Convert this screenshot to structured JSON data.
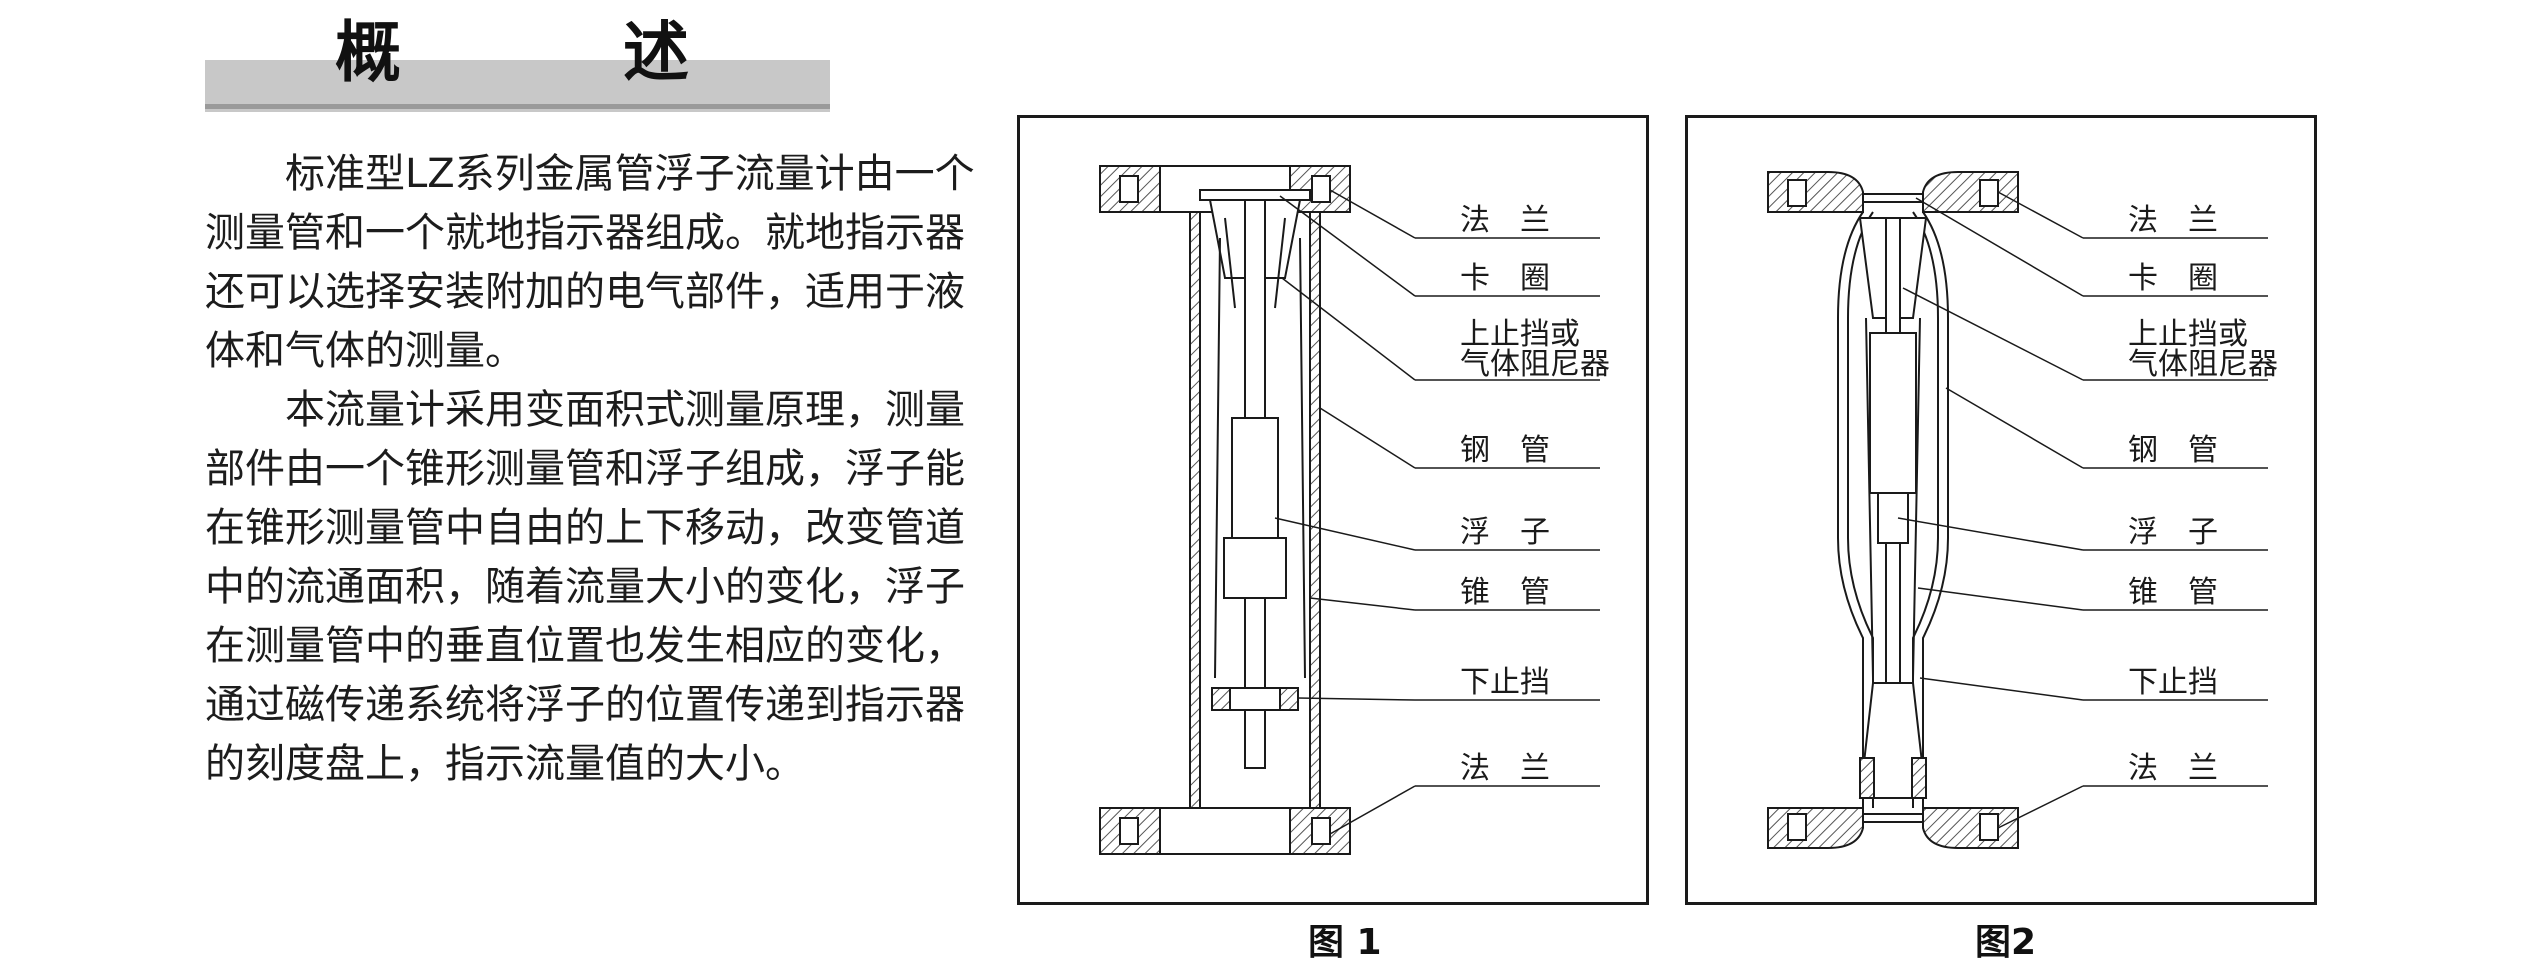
{
  "section": {
    "title": "概　述"
  },
  "body": {
    "paragraph1": "标准型LZ系列金属管浮子流量计由一个测量管和一个就地指示器组成。就地指示器还可以选择安装附加的电气部件，适用于液体和气体的测量。",
    "paragraph2": "本流量计采用变面积式测量原理，测量部件由一个锥形测量管和浮子组成，浮子能在锥形测量管中自由的上下移动，改变管道中的流通面积，随着流量大小的变化，浮子在测量管中的垂直位置也发生相应的变化，通过磁传递系统将浮子的位置传递到指示器的刻度盘上，指示流量值的大小。"
  },
  "figures": [
    {
      "caption": "图 1",
      "labels": {
        "flange_top": "法　兰",
        "snap_ring": "卡　圈",
        "upper_stop_1": "上止挡或",
        "upper_stop_2": "气体阻尼器",
        "steel_tube": "钢　管",
        "float": "浮　子",
        "cone_tube": "锥　管",
        "lower_stop": "下止挡",
        "flange_bottom": "法　兰"
      }
    },
    {
      "caption": "图2",
      "labels": {
        "flange_top": "法　兰",
        "snap_ring": "卡　圈",
        "upper_stop_1": "上止挡或",
        "upper_stop_2": "气体阻尼器",
        "steel_tube": "钢　管",
        "float": "浮　子",
        "cone_tube": "锥　管",
        "lower_stop": "下止挡",
        "flange_bottom": "法　兰"
      }
    }
  ],
  "colors": {
    "hatch": "#555555",
    "line": "#1a1a1a",
    "heading_bar": "#c8c8c8"
  }
}
